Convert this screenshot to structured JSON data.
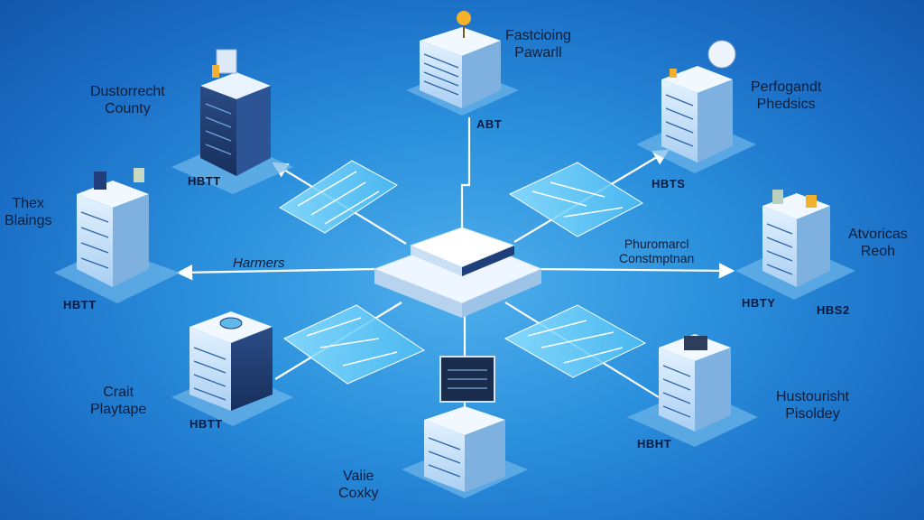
{
  "nodes": [
    {
      "id": "fastcioing",
      "lines": [
        "Fastcioing",
        "Pawarll"
      ],
      "tag": "ABT"
    },
    {
      "id": "dustorrecht",
      "lines": [
        "Dustorrecht",
        "County"
      ],
      "tag": "HBTT"
    },
    {
      "id": "perfogandt",
      "lines": [
        "Perfogandt",
        "Phedsics"
      ],
      "tag": "HBTS"
    },
    {
      "id": "thex",
      "lines": [
        "Thex",
        "Blaings"
      ],
      "tag": "HBTT"
    },
    {
      "id": "atvoricas",
      "lines": [
        "Atvoricas",
        "Reoh"
      ],
      "tag": "HBTY"
    },
    {
      "id": "crait",
      "lines": [
        "Crait",
        "Playtape"
      ],
      "tag": "HBTT"
    },
    {
      "id": "vaiie",
      "lines": [
        "Vaiie",
        "Coxky"
      ],
      "tag": ""
    },
    {
      "id": "hustourisht",
      "lines": [
        "Hustourisht",
        "Pisoldey"
      ],
      "tag": "HBHT"
    }
  ],
  "extra_tag": "HBS2",
  "hub_labels": {
    "left": "Harmers",
    "right": [
      "Phuromarcl",
      "Constmptnan"
    ]
  },
  "colors": {
    "background": "#2a8fdc",
    "link": "#ffffff",
    "panel": "#7fd0f5",
    "building_dark": "#1f3f7a",
    "building_light": "#d8ecff"
  }
}
